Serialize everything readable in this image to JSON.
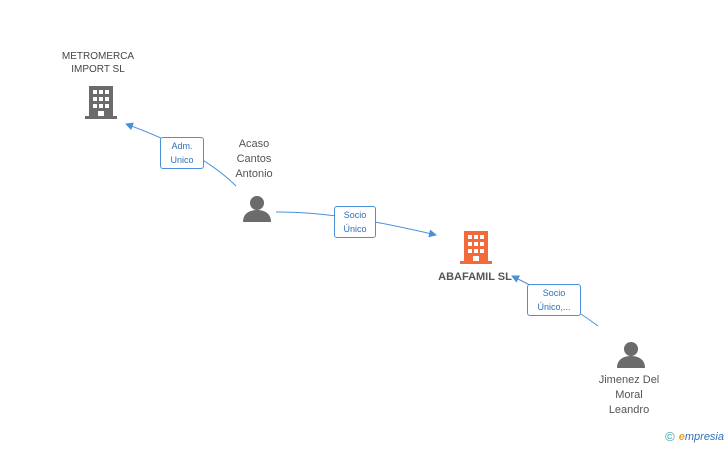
{
  "nodes": {
    "metromerca": {
      "name": "METROMERCA\nIMPORT  SL",
      "type": "company",
      "color": "#6b6b6b"
    },
    "acaso": {
      "name": "Acaso\nCantos\nAntonio",
      "type": "person",
      "color": "#6b6b6b"
    },
    "abafamil": {
      "name": "ABAFAMIL SL",
      "type": "company",
      "color": "#f26a3a"
    },
    "jimenez": {
      "name": "Jimenez Del\nMoral\nLeandro",
      "type": "person",
      "color": "#6b6b6b"
    }
  },
  "edges": {
    "acaso_metromerca": {
      "label": "Adm.\nUnico"
    },
    "acaso_abafamil": {
      "label": "Socio\nÚnico"
    },
    "jimenez_abafamil": {
      "label": "Socio\nÚnico,..."
    }
  },
  "footer": {
    "copyright_symbol": "©",
    "brand_initial": "e",
    "brand_rest": "mpresia"
  },
  "colors": {
    "edge": "#4a90d9",
    "badge_text": "#2f6fb8"
  }
}
